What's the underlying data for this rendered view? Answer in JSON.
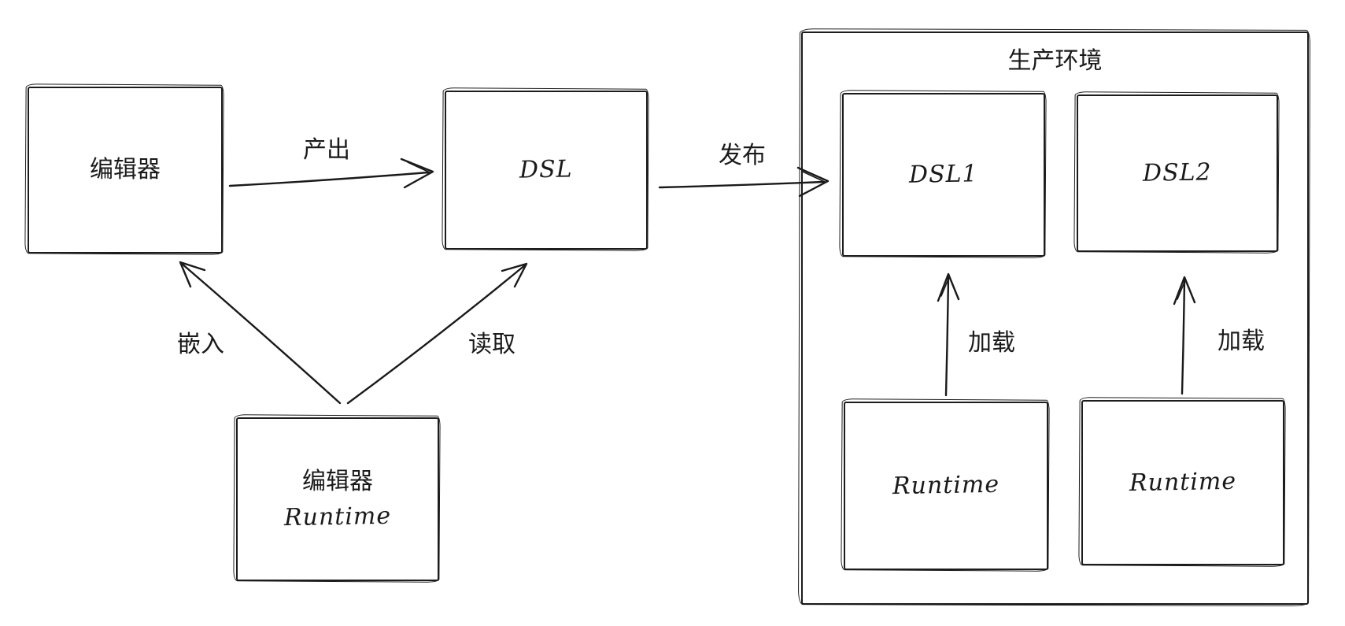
{
  "diagram": {
    "title": "生产环境",
    "nodes": {
      "editor": {
        "label": "编辑器"
      },
      "dsl": {
        "label": "DSL"
      },
      "editor_runtime": {
        "label_line1": "编辑器",
        "label_line2": "Runtime"
      },
      "dsl1": {
        "label": "DSL1"
      },
      "dsl2": {
        "label": "DSL2"
      },
      "runtime1": {
        "label": "Runtime"
      },
      "runtime2": {
        "label": "Runtime"
      }
    },
    "edges": {
      "produce": {
        "label": "产出"
      },
      "publish": {
        "label": "发布"
      },
      "embed": {
        "label": "嵌入"
      },
      "read": {
        "label": "读取"
      },
      "load1": {
        "label": "加载"
      },
      "load2": {
        "label": "加载"
      }
    },
    "colors": {
      "stroke": "#1a1a1a",
      "background": "#ffffff"
    }
  }
}
